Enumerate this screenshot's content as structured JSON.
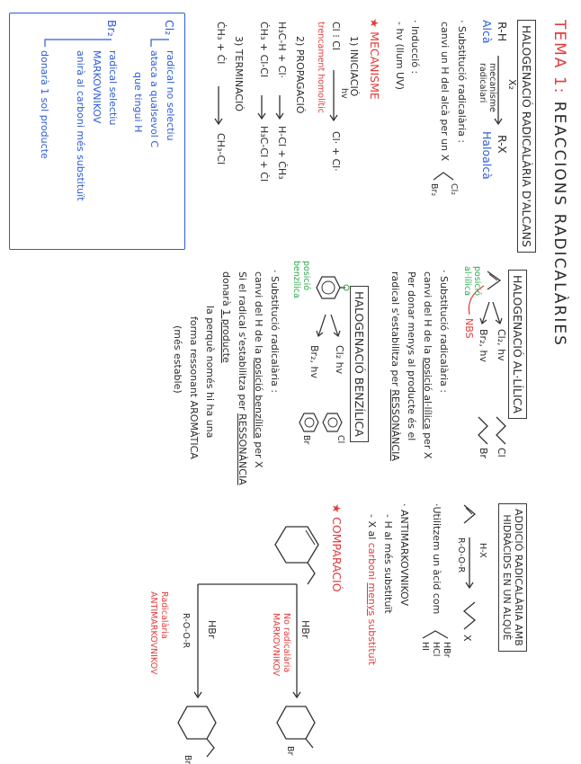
{
  "title": {
    "tema": "TEMA 1:",
    "rest": "REACCIONS RADICALÀRIES"
  },
  "col1": {
    "heading": "HALOGENACIÓ RADICALÀRIA D'ALCANS",
    "reaction": {
      "reactant": "R-H",
      "reactant_name": "Alcà",
      "reagent": "X₂",
      "conditions_1": "mecanisme",
      "conditions_2": "radicalari",
      "product": "R-X",
      "product_name": "Haloalcà"
    },
    "subst_1": "· Substitució radicalària :",
    "subst_2": "canvi un H del alcà per un X",
    "subst_cl": "Cl₂",
    "subst_br": "Br₂",
    "induccio": "· Inducció :",
    "induccio_2": "- hv (llum UV)",
    "mecanisme": "★ MECANISME",
    "step1": "1) INICIACIÓ",
    "step1_eq_l": "Cl ⁝ Cl",
    "step1_hv": "hv",
    "step1_eq_r": "Cl· + Cl·",
    "step1_note": "trencament homolític",
    "step2": "2) PROPAGACIÓ",
    "step2_eq1_l": "H₃C-H + Cl·",
    "step2_eq1_r": "H-Cl + ĊH₃",
    "step2_eq2_l": "ĊH₃ + Cl-Cl",
    "step2_eq2_r": "H₃C-Cl + Ċl",
    "step3": "3) TERMINACIÓ",
    "step3_eq_l": "ĊH₃ + Ċl",
    "step3_eq_r": "CH₃-Cl",
    "box": {
      "cl2": "Cl₂",
      "cl2_1": "radical no selectiu",
      "cl2_2": "ataca a qualsevol C",
      "cl2_3": "que tingui H",
      "br2": "Br₂",
      "br2_1": "radical selectiu",
      "br2_2": "MARKOVNIKOV",
      "br2_3": "anirà al carboni més substituït",
      "br2_4": "donarà 1 sol producte"
    }
  },
  "col2": {
    "heading_allylic": "HALOGENACIÓ AL·LÍLICA",
    "allylic_top_reagent": "Cl₂, hv",
    "allylic_top_product": "Cl",
    "allylic_mid_reagent": "Br₂, hv",
    "allylic_mid_product": "Br",
    "allylic_nbs": "NBS",
    "allylic_label_1": "posició",
    "allylic_label_2": "al·lílica",
    "subst_1": "· Substitució radicalària :",
    "subst_2a": "canvi del H de la",
    "subst_2b": "posició al·lílica",
    "subst_2c": "per X",
    "subst_3": "Per donar menys al producte és el",
    "subst_4a": "radical s'estabilitza per",
    "subst_4b": "RESSONÀNCIA",
    "heading_benzylic": "HALOGENACIÓ BENZÍLICA",
    "benz_reagent_1": "Cl₂ hv",
    "benz_product_1": "Cl",
    "benz_reagent_2": "Br₂, hv",
    "benz_product_2": "Br",
    "benz_label_1": "posició",
    "benz_label_2": "benzílica",
    "bsubst_1": "· Substitució radicalària :",
    "bsubst_2a": "canvi del H de la",
    "bsubst_2b": "posició benzílica",
    "bsubst_2c": "per X",
    "bsubst_3a": "Si el radical s'estabilitza per",
    "bsubst_3b": "RESSONÀNCIA",
    "bsubst_4a": "donarà",
    "bsubst_4b": "1 producte",
    "bsubst_5": "la perquè només hi ha una",
    "bsubst_6": "forma ressonant AROMÀTICA",
    "bsubst_7": "(més estable)"
  },
  "col3": {
    "heading_1": "ADDICIÓ RADICALÀRIA AMB",
    "heading_2": "HIDRÀCIDS EN UN ALQUÈ",
    "reagent": "H-X",
    "conditions": "R-O-O-R",
    "product": "X",
    "util_1": "·Utilitzem un àcid com",
    "acids": [
      "HBr",
      "HCl",
      "HI"
    ],
    "anti": "· ANTIMARKOVNIKOV",
    "anti_1": "- H al més substituït",
    "anti_2a": "- X al",
    "anti_2b": "carboni",
    "anti_2c": "menys",
    "anti_2d": "substituït",
    "comparacio": "★ COMPARACIÓ",
    "hbr_top": "HBr",
    "no_rad_1": "No radicalària",
    "no_rad_2": "MARKOVNIKOV",
    "hbr_bot": "HBr",
    "roor": "R-O-O-R",
    "rad_1": "Radicalària",
    "rad_2": "ANTIMARKOVNIKOV",
    "prod_br_1": "Br",
    "prod_br_2": "Br"
  }
}
